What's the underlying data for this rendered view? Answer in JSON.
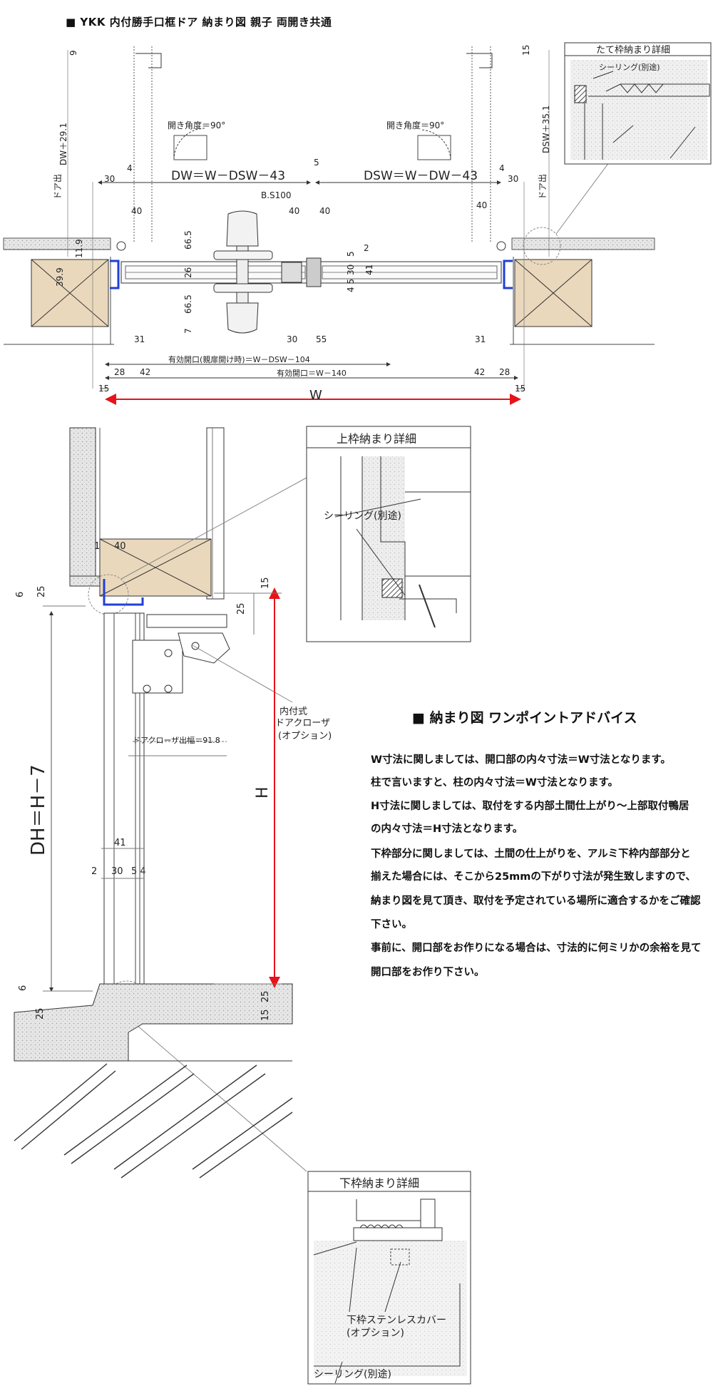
{
  "title": "■ YKK 内付勝手口框ドア  納まり図  親子  両開き共通",
  "plan": {
    "open_angle": "開き角度＝90°",
    "dw_formula": "DW＝W－DSW－43",
    "dsw_formula": "DSW＝W－DW－43",
    "bs": "B.S100",
    "dw_plus": "DW＋29.1",
    "dsw_plus": "DSW＋35.1",
    "door_out": "ドア出",
    "eff_parent": "有効開口(親扉開け時)＝W－DSW－104",
    "eff_total": "有効開口＝W－140",
    "w": "W",
    "dims": {
      "d9": "9",
      "d15": "15",
      "d30": "30",
      "d4": "4",
      "d40": "40",
      "d5": "5",
      "d66": "66.5",
      "d26": "26",
      "d7": "7",
      "d39": "39.9",
      "d11": "11.9",
      "d31": "31",
      "d55": "55",
      "d28": "28",
      "d42": "42",
      "d2": "2",
      "d41": "41",
      "d45": "4 5",
      "d30v": "30",
      "d15b": "15"
    }
  },
  "tate_detail": {
    "title": "たて枠納まり詳細",
    "sealing": "シーリング(別途)"
  },
  "upper_detail": {
    "title": "上枠納まり詳細",
    "sealing": "シーリング(別途)"
  },
  "lower_detail": {
    "title": "下枠納まり詳細",
    "cover": "下枠ステンレスカバー",
    "option": "(オプション)",
    "sealing": "シーリング(別途)"
  },
  "section": {
    "dh": "DH＝H－7",
    "h": "H",
    "closer_width": "ドアクローザ出幅＝91.8",
    "closer_label1": "内付式",
    "closer_label2": "ドアクローザ",
    "closer_label3": "(オプション)",
    "dims": {
      "d6": "6",
      "d25": "25",
      "d15": "15",
      "d1": "1",
      "d40": "40",
      "d41": "41",
      "d2": "2",
      "d30": "30",
      "d54": "5 4"
    }
  },
  "advice": {
    "title": "■  納まり図  ワンポイントアドバイス",
    "lines": [
      "W寸法に関しましては、開口部の内々寸法＝W寸法となります。",
      "柱で言いますと、柱の内々寸法＝W寸法となります。",
      "H寸法に関しましては、取付をする内部土間仕上がり～上部取付鴨居",
      "の内々寸法＝H寸法となります。",
      "下枠部分に関しましては、土間の仕上がりを、アルミ下枠内部部分と",
      "揃えた場合には、そこから25mmの下がり寸法が発生致しますので、",
      "納まり図を見て頂き、取付を予定されている場所に適合するかをご確認",
      "下さい。",
      "事前に、開口部をお作りになる場合は、寸法的に何ミリかの余裕を見て",
      "開口部をお作り下さい。"
    ]
  },
  "colors": {
    "frame_blue": "#1f3fd6",
    "dim_red": "#e5141b",
    "wood": "#ead8bd",
    "concrete": "#e4e4e4"
  }
}
